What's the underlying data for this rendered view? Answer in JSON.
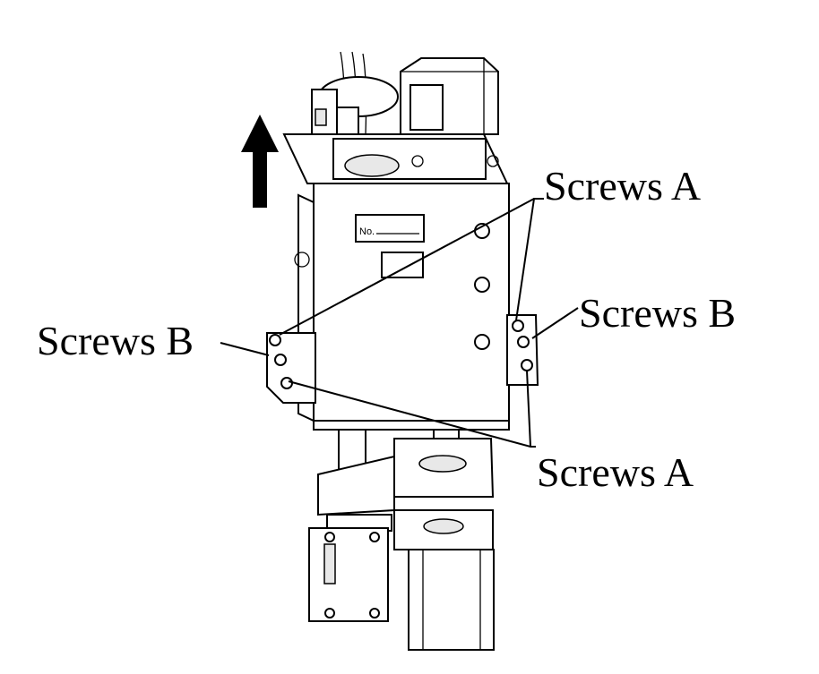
{
  "callouts": {
    "screws_a_top": "Screws A",
    "screws_b_right": "Screws B",
    "screws_b_left": "Screws B",
    "screws_a_bottom": "Screws A"
  },
  "nameplate": {
    "text": "No."
  },
  "arrow": {
    "direction": "up"
  }
}
